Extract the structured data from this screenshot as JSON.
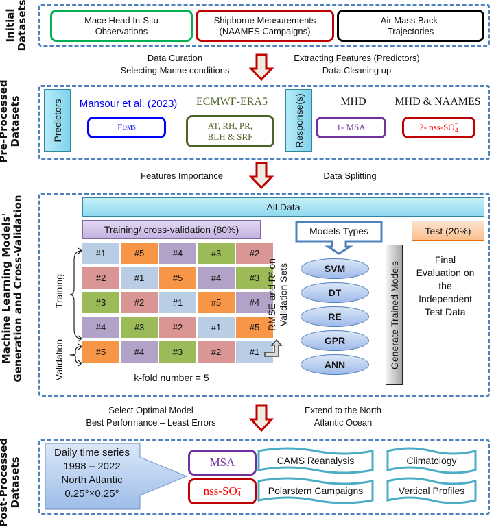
{
  "sections": {
    "initial": "Initial Datasets",
    "initial_lines": [
      "Initial",
      "Datasets"
    ],
    "preprocessed_lines": [
      "Pre-Processed",
      "Datasets"
    ],
    "ml_lines": [
      "Machine Learning Models'",
      "Generation and Cross-Validation"
    ],
    "postprocessed_lines": [
      "Post-Processed",
      "Datasets"
    ]
  },
  "initial_datasets": [
    {
      "line1": "Mace Head In-Situ",
      "line2": "Observations",
      "color": "#00b050"
    },
    {
      "line1": "Shipborne Measurements",
      "line2": "(NAAMES Campaigns)",
      "color": "#c00000"
    },
    {
      "line1": "Air Mass Back-",
      "line2": "Trajectories",
      "color": "#000000"
    }
  ],
  "step1": {
    "left_line1": "Data Curation",
    "left_line2": "Selecting Marine conditions",
    "right_line1": "Extracting Features (Predictors)",
    "right_line2": "Data Cleaning up"
  },
  "preprocessed": {
    "predictors_label": "Predictors",
    "mansour_label": "Mansour et al. (2023)",
    "fdms_main": "F",
    "fdms_sub": "DMS",
    "era5_label": "ECMWF-ERA5",
    "era5_line1": "AT, RH, PR,",
    "era5_line2": "BLH & SRF",
    "responses_label": "Response(s)",
    "mhd_label": "MHD",
    "mhd_naames_label": "MHD & NAAMES",
    "msa_box": "1- MSA",
    "nss_box_prefix": "2- nss-SO",
    "nss_sub": "4",
    "nss_sup": "=",
    "colors": {
      "mansour": "#0000ff",
      "era5": "#4f6228",
      "msa": "#7030a0",
      "nss": "#c00000"
    }
  },
  "step2": {
    "left": "Features Importance",
    "right": "Data Splitting"
  },
  "ml": {
    "all_data": "All Data",
    "training_cv": "Training/ cross-validation (80%)",
    "test": "Test (20%)",
    "models_types": "Models Types",
    "models": [
      "SVM",
      "DT",
      "RE",
      "GPR",
      "ANN"
    ],
    "training_label": "Training",
    "validation_label": "Validation",
    "kfold_label": "k-fold number = 5",
    "rmse_line1": "RMSE and R² on",
    "rmse_line2": "Validation Sets",
    "generate_label": "Generate Trained Models",
    "final_eval": [
      "Final",
      "Evaluation on",
      "the",
      "Independent",
      "Test Data"
    ],
    "grid": [
      [
        "#1",
        "#5",
        "#4",
        "#3",
        "#2"
      ],
      [
        "#2",
        "#1",
        "#5",
        "#4",
        "#3"
      ],
      [
        "#3",
        "#2",
        "#1",
        "#5",
        "#4"
      ],
      [
        "#4",
        "#3",
        "#2",
        "#1",
        "#5"
      ],
      [
        "#5",
        "#4",
        "#3",
        "#2",
        "#1"
      ]
    ],
    "fold_colors": {
      "#1": "#b9cde5",
      "#2": "#d99694",
      "#3": "#9bbb59",
      "#4": "#b3a2c7",
      "#5": "#f79646"
    }
  },
  "step3": {
    "left_line1": "Select Optimal Model",
    "left_line2": "Best Performance – Least Errors",
    "right_line1": "Extend to the North",
    "right_line2": "Atlantic Ocean"
  },
  "postprocessed": {
    "daily_lines": [
      "Daily time series",
      "1998 – 2022",
      "North Atlantic",
      "0.25°×0.25°"
    ],
    "msa": "MSA",
    "nss_prefix": "nss-SO",
    "nss_sub": "4",
    "nss_sup": "=",
    "applications": [
      "CAMS Reanalysis",
      "Climatology",
      "Polarstern Campaigns",
      "Vertical Profiles"
    ]
  }
}
